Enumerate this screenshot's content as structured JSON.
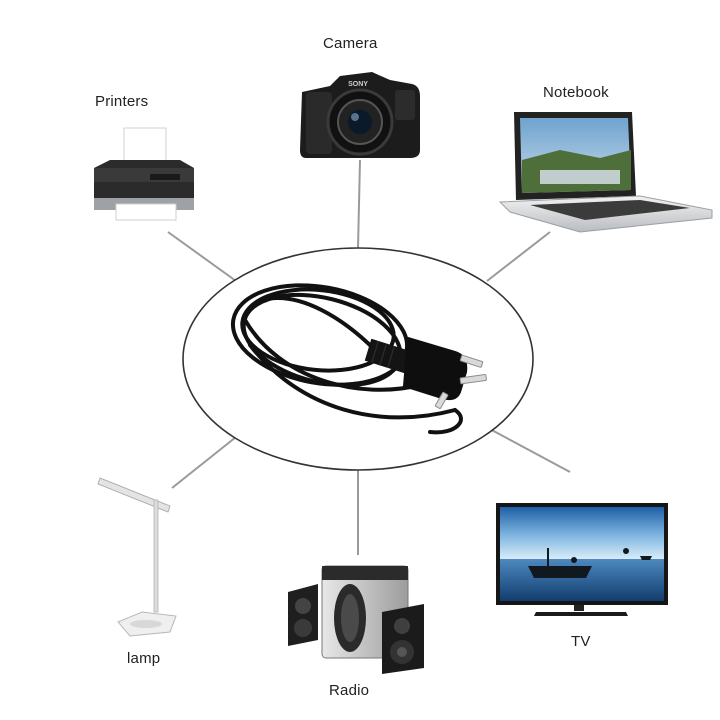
{
  "labels": {
    "camera": "Camera",
    "printers": "Printers",
    "notebook": "Notebook",
    "lamp": "lamp",
    "radio": "Radio",
    "tv": "TV"
  },
  "camera_brand": "SONY",
  "colors": {
    "line": "#9a9a9a",
    "ellipse_stroke": "#333333",
    "cable": "#111111",
    "screen_sky": "#3f86c4",
    "screen_sea": "#1d4f86"
  }
}
